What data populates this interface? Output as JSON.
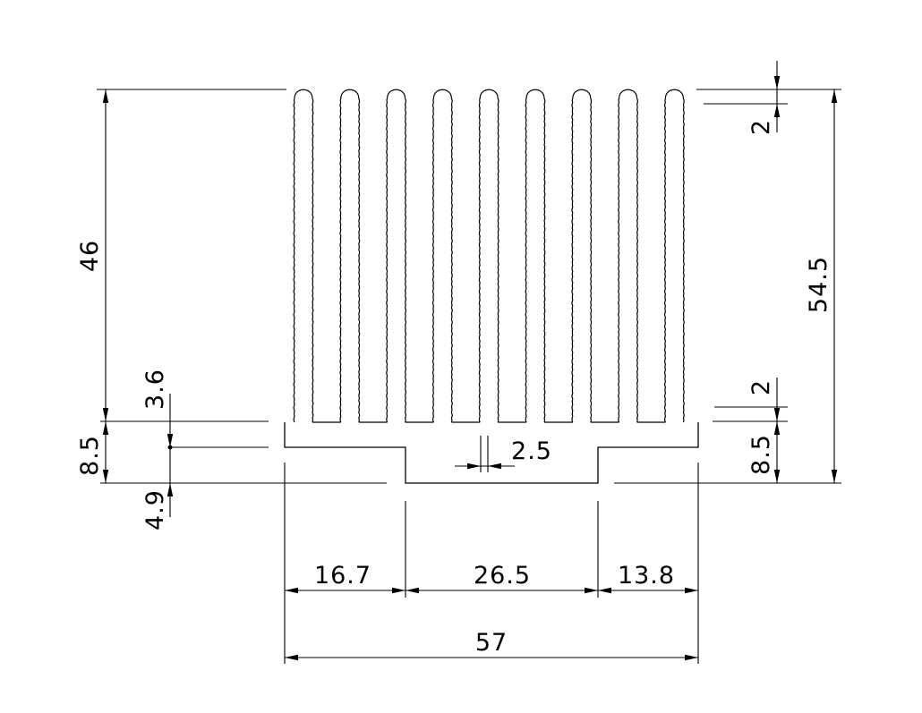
{
  "dimensions": {
    "total_height": "54.5",
    "fin_height": "46",
    "fin_tip_gap": "2",
    "fin_root_gap": "2",
    "base_left": "8.5",
    "base_right": "8.5",
    "base_upper": "3.6",
    "base_lower": "4.9",
    "fin_thickness": "2.5",
    "seg_left": "16.7",
    "seg_center": "26.5",
    "seg_right": "13.8",
    "overall_width": "57"
  },
  "fin_count": 9
}
